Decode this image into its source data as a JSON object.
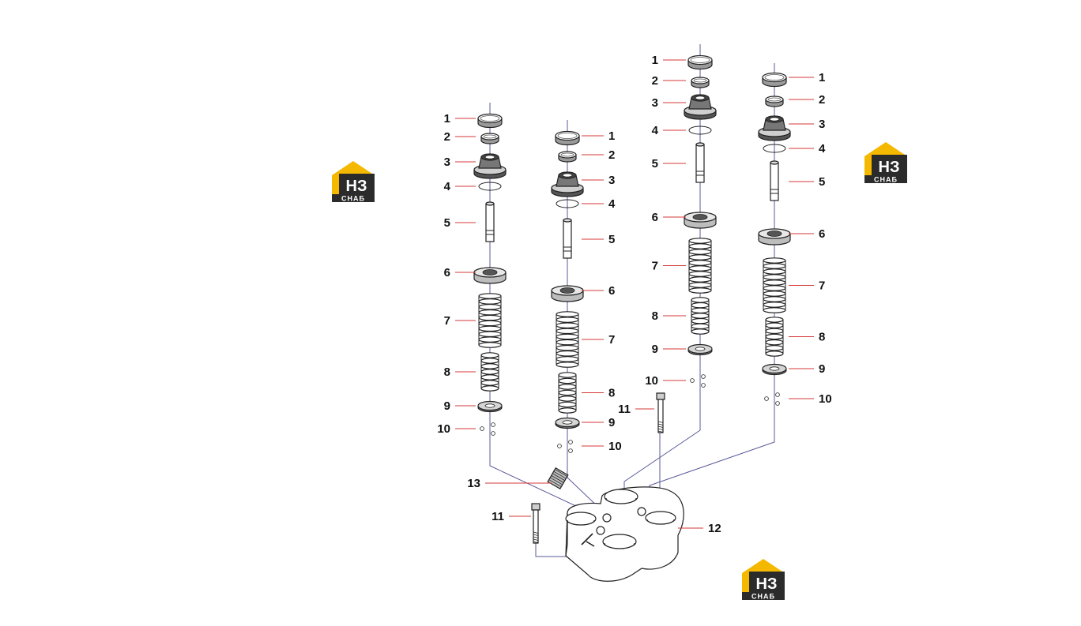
{
  "brand": {
    "mark": "НЗ",
    "word": "СНАБ",
    "accent_color": "#f5b800",
    "dark_color": "#2b2b2b"
  },
  "diagram": {
    "title": "",
    "line_color": "#5a5a9a",
    "leader_color": "#d63a3a",
    "assemblies": [
      {
        "labels": [
          "1",
          "2",
          "3",
          "4",
          "5",
          "6",
          "7",
          "8",
          "9",
          "10"
        ]
      },
      {
        "labels": [
          "1",
          "2",
          "3",
          "4",
          "5",
          "6",
          "7",
          "8",
          "9",
          "10"
        ]
      },
      {
        "labels": [
          "1",
          "2",
          "3",
          "4",
          "5",
          "6",
          "7",
          "8",
          "9",
          "10"
        ]
      },
      {
        "labels": [
          "1",
          "2",
          "3",
          "4",
          "5",
          "6",
          "7",
          "8",
          "9",
          "10"
        ]
      }
    ],
    "base_labels": [
      "11",
      "11",
      "12",
      "13"
    ]
  }
}
